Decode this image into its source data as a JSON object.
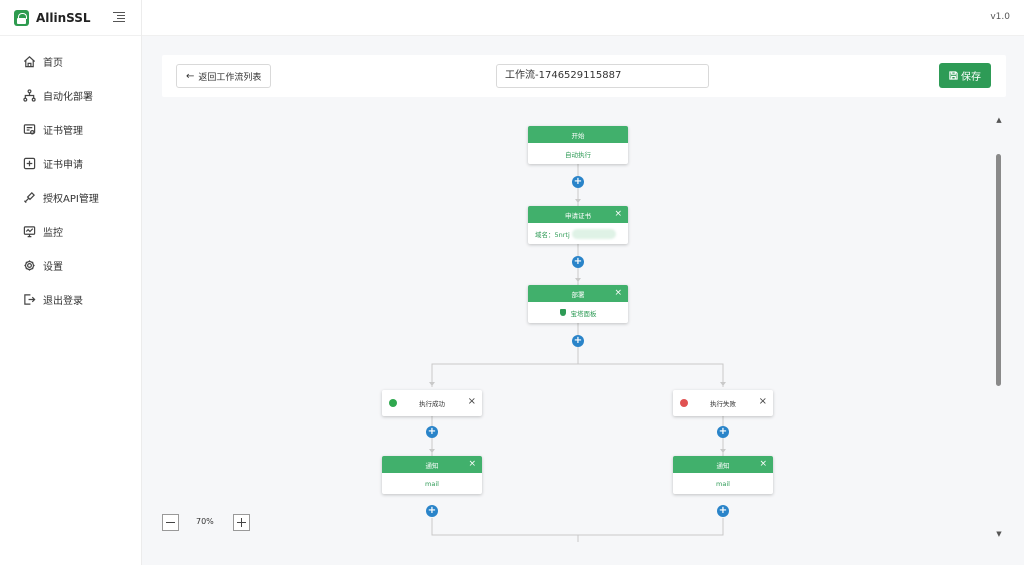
{
  "brand": {
    "name": "AllinSSL"
  },
  "version": "v1.0",
  "sidebar": {
    "items": [
      {
        "label": "首页",
        "icon": "home-icon"
      },
      {
        "label": "自动化部署",
        "icon": "workflow-icon"
      },
      {
        "label": "证书管理",
        "icon": "certificate-icon"
      },
      {
        "label": "证书申请",
        "icon": "plus-square-icon"
      },
      {
        "label": "授权API管理",
        "icon": "api-key-icon"
      },
      {
        "label": "监控",
        "icon": "monitor-icon"
      },
      {
        "label": "设置",
        "icon": "gear-icon"
      },
      {
        "label": "退出登录",
        "icon": "logout-icon"
      }
    ]
  },
  "toolbar": {
    "back_label": "返回工作流列表",
    "workflow_name": "工作流-1746529115887",
    "save_label": "保存"
  },
  "flow": {
    "start": {
      "title": "开始",
      "body": "自动执行"
    },
    "apply": {
      "title": "申请证书",
      "body": "域名：5nrtj"
    },
    "deploy": {
      "title": "部署",
      "body": "宝塔面板"
    },
    "success": {
      "title": "执行成功"
    },
    "failure": {
      "title": "执行失败"
    },
    "notify_left": {
      "title": "通知",
      "body": "mail"
    },
    "notify_right": {
      "title": "通知",
      "body": "mail"
    }
  },
  "colors": {
    "accent": "#2e9b56",
    "node_header": "#41b06c",
    "add_button": "#2a84c9",
    "success": "#2fa84f",
    "failure": "#e05252"
  },
  "zoom": {
    "level": "70%"
  }
}
